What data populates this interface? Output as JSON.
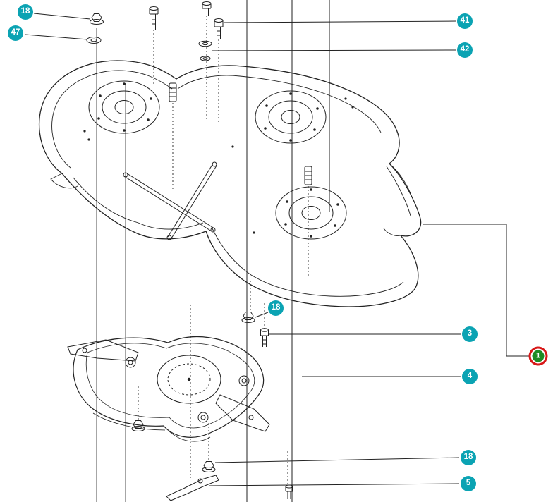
{
  "diagram": {
    "kind": "exploded-parts-diagram",
    "colors": {
      "callout": "#0ba3b3",
      "assembly_fill": "#1f8b24",
      "assembly_ring": "#d81818",
      "line": "#222222"
    },
    "callouts": [
      {
        "ref": "18",
        "style": "standard"
      },
      {
        "ref": "47",
        "style": "standard"
      },
      {
        "ref": "41",
        "style": "standard"
      },
      {
        "ref": "42",
        "style": "standard"
      },
      {
        "ref": "18",
        "style": "standard"
      },
      {
        "ref": "3",
        "style": "standard"
      },
      {
        "ref": "4",
        "style": "standard"
      },
      {
        "ref": "18",
        "style": "standard"
      },
      {
        "ref": "5",
        "style": "standard"
      },
      {
        "ref": "1",
        "style": "assembly"
      }
    ]
  }
}
